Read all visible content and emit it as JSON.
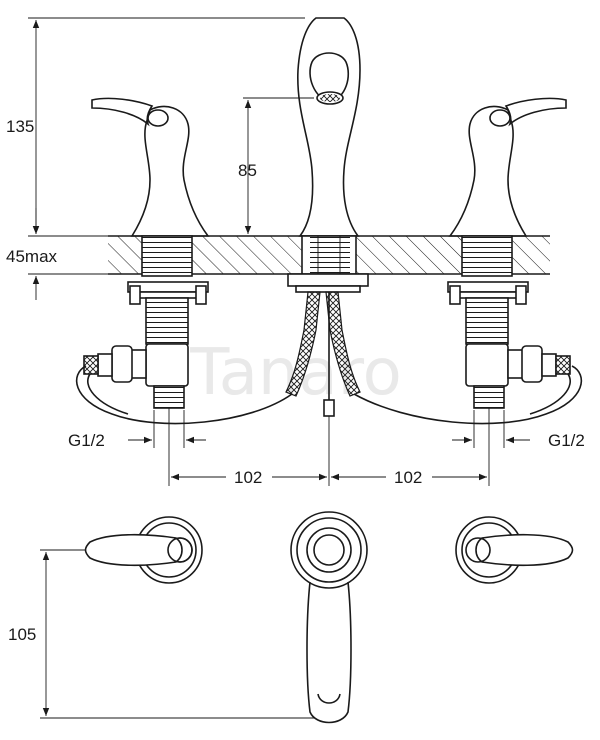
{
  "watermark": "Tanaro",
  "dimensions": {
    "overall_height": "135",
    "spout_height": "85",
    "deck_thickness": "45max",
    "thread_left": "G1/2",
    "thread_right": "G1/2",
    "spacing_left": "102",
    "spacing_right": "102",
    "depth": "105"
  }
}
